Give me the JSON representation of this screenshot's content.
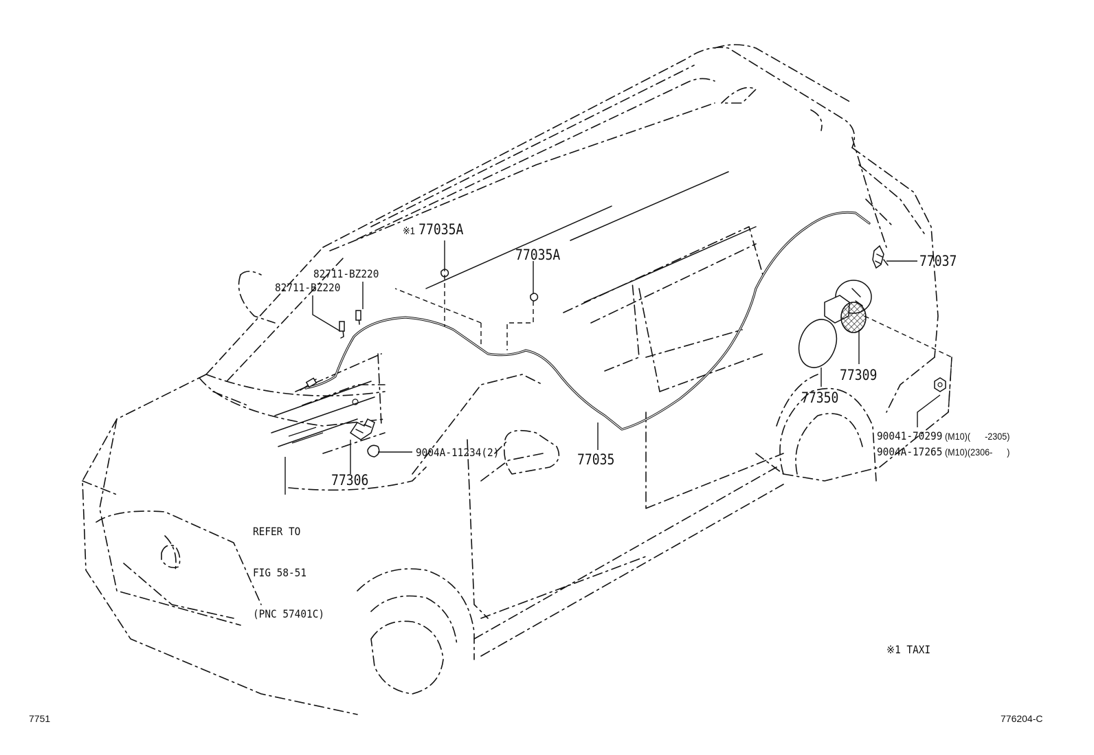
{
  "callouts": {
    "taxi_note_mark": "※1",
    "p77035A_1": "77035A",
    "p77035A_2": "77035A",
    "p82711_a": "82711-BZ220",
    "p82711_b": "82711-BZ220",
    "p77037": "77037",
    "p77309": "77309",
    "p77350": "77350",
    "p77035": "77035",
    "p77306": "77306",
    "p9004A_11234": "9004A-11234(2)",
    "p90041": "90041-70299",
    "p90041_spec": "(M10)(      -2305)",
    "p9004A_17265": "9004A-17265",
    "p9004A_17265_spec": "(M10)(2306-      )",
    "refer_line1": "REFER TO",
    "refer_line2": "FIG 58-51",
    "refer_line3": "(PNC 57401C)",
    "legend": "※1 TAXI"
  },
  "footer": {
    "page_code": "7751",
    "figure_code": "776204-C"
  }
}
